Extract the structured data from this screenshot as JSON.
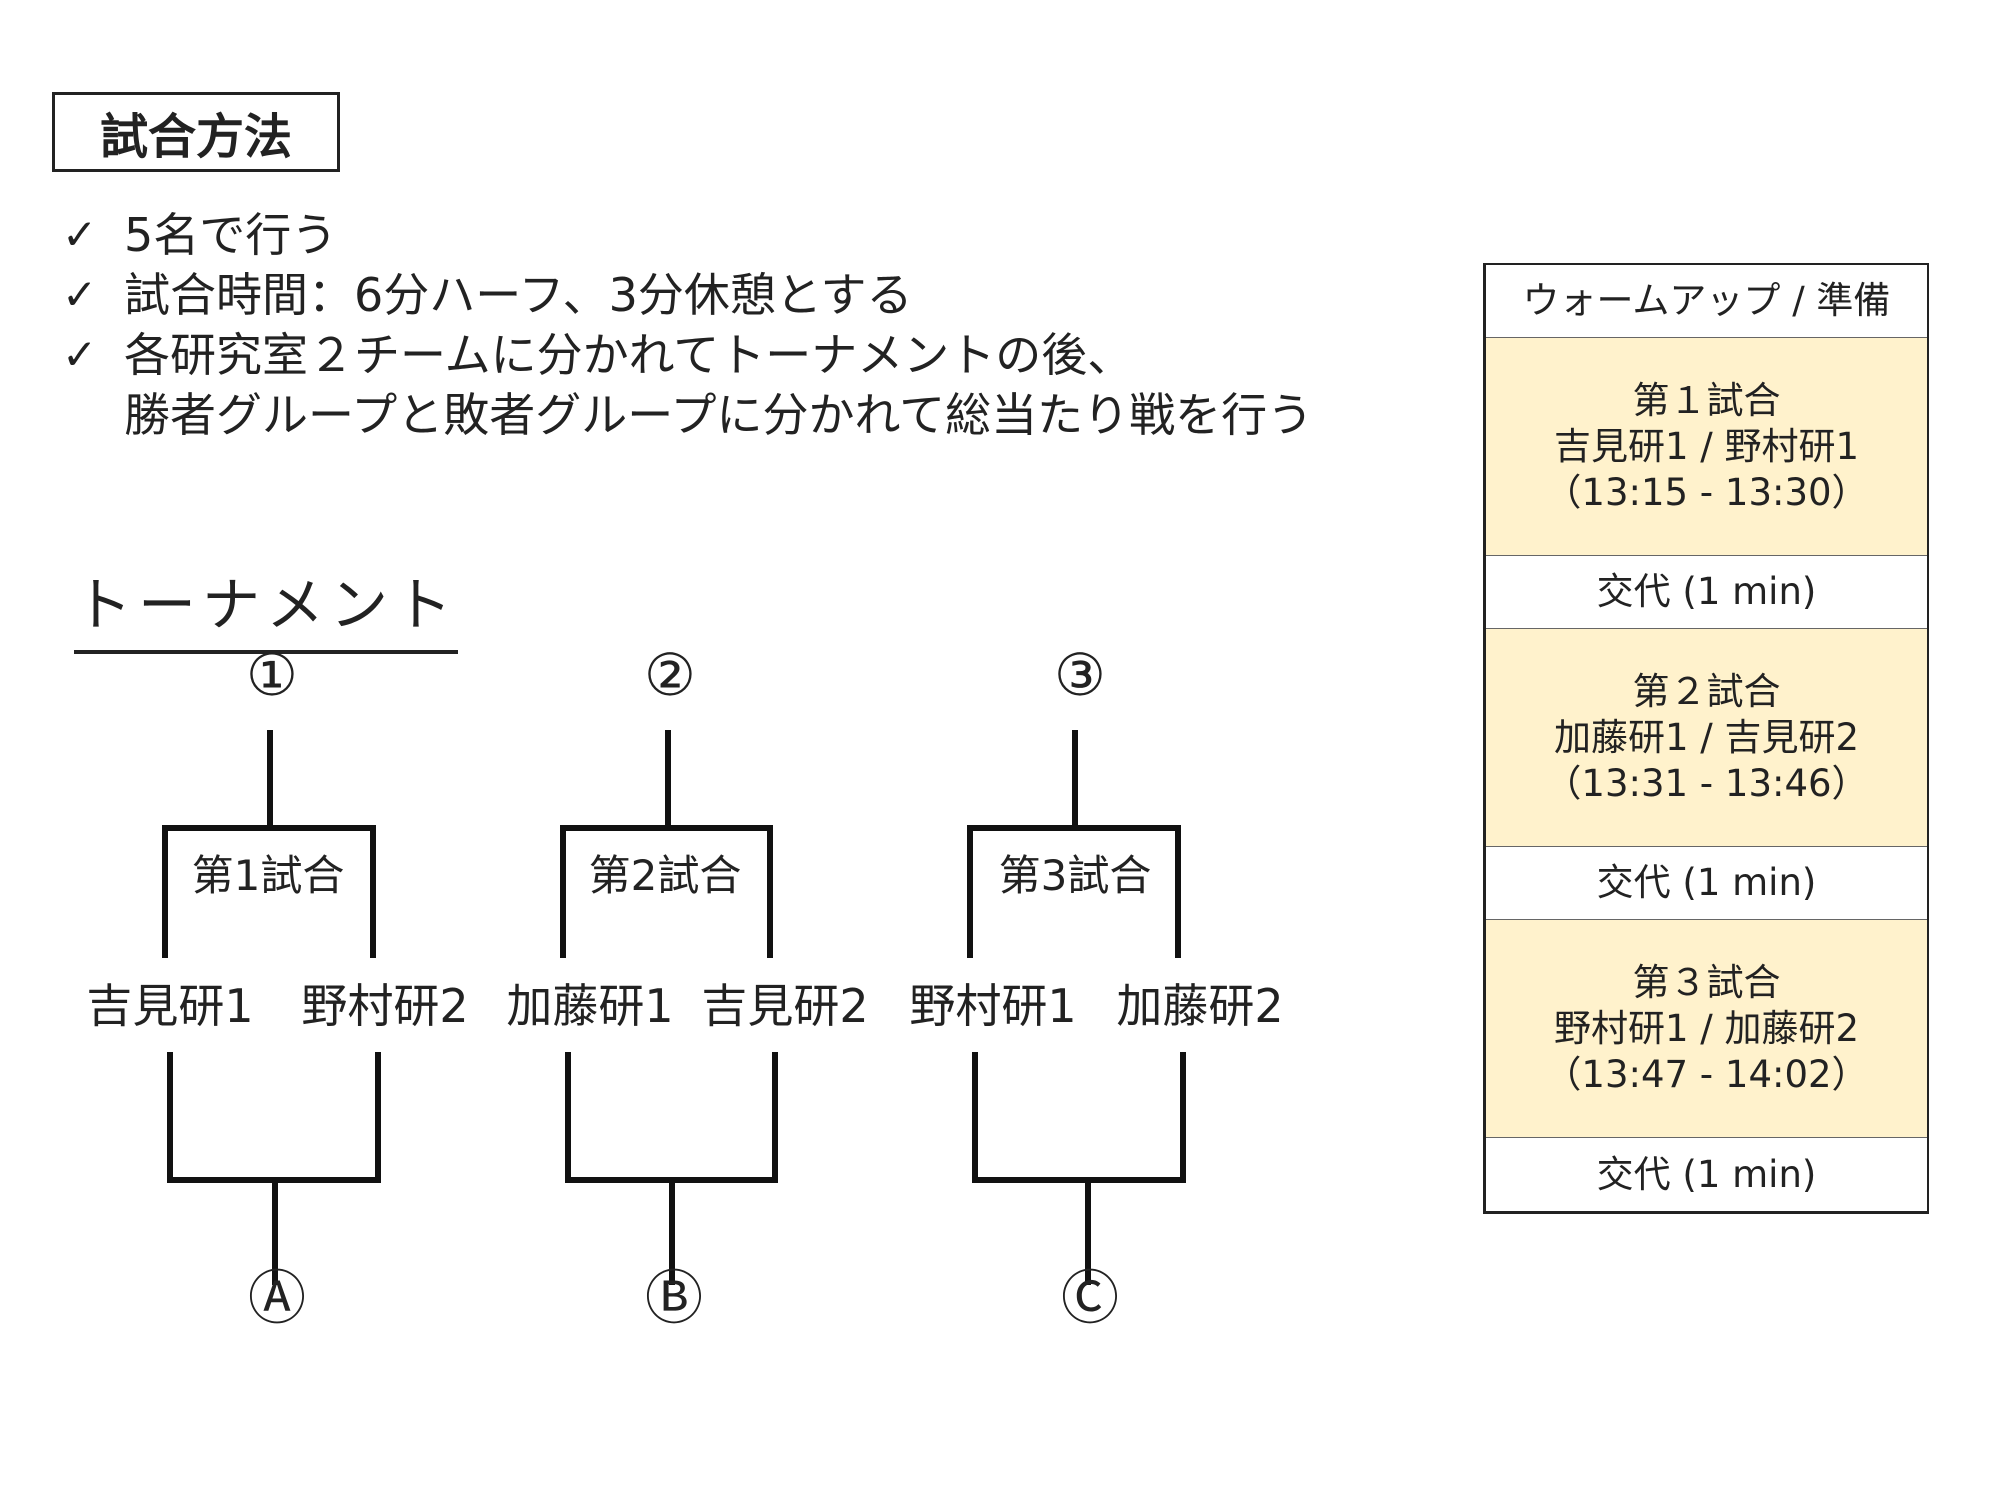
{
  "header": {
    "title": "試合方法"
  },
  "rules": [
    {
      "check": "✓",
      "lines": [
        "5名で行う"
      ]
    },
    {
      "check": "✓",
      "lines": [
        "試合時間：6分ハーフ、3分休憩とする"
      ]
    },
    {
      "check": "✓",
      "lines": [
        "各研究室２チームに分かれてトーナメントの後、",
        "勝者グループと敗者グループに分かれて総当たり戦を行う"
      ]
    }
  ],
  "tournament": {
    "title": "トーナメント",
    "brackets": [
      {
        "top": "①",
        "match": "第1試合",
        "left_team": "吉見研1",
        "right_team": "野村研2",
        "bottom": "Ⓐ"
      },
      {
        "top": "②",
        "match": "第2試合",
        "left_team": "加藤研1",
        "right_team": "吉見研2",
        "bottom": "Ⓑ"
      },
      {
        "top": "③",
        "match": "第3試合",
        "left_team": "野村研1",
        "right_team": "加藤研2",
        "bottom": "Ⓒ"
      }
    ]
  },
  "schedule": {
    "header": "ウォームアップ / 準備",
    "matches": [
      {
        "title": "第１試合",
        "teams": "吉見研1 / 野村研1",
        "time": "（13:15 - 13:30）"
      },
      {
        "title": "第２試合",
        "teams": "加藤研1 / 吉見研2",
        "time": "（13:31 - 13:46）"
      },
      {
        "title": "第３試合",
        "teams": "野村研1 / 加藤研2",
        "time": "（13:47 - 14:02）"
      }
    ],
    "swap_label": "交代 (1 min)"
  },
  "colors": {
    "line": "#111111",
    "highlight": "#fff2cc",
    "text": "#222222"
  }
}
